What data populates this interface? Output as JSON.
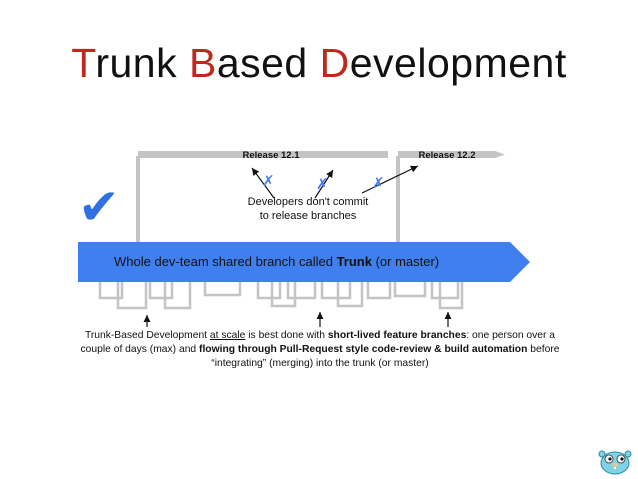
{
  "title": {
    "part1_initial": "T",
    "part1_rest": "runk ",
    "part2_initial": "B",
    "part2_rest": "ased ",
    "part3_initial": "D",
    "part3_rest": "evelopment"
  },
  "releases": [
    {
      "label": "Release 12.1"
    },
    {
      "label": "Release 12.2"
    }
  ],
  "dev_note": {
    "line1": "Developers don't commit",
    "line2": "to release branches"
  },
  "trunk": {
    "prefix": "Whole dev-team shared branch called ",
    "bold": "Trunk",
    "suffix": " (or master)"
  },
  "caption": {
    "t1": "Trunk-Based Development ",
    "t2_underline": "at scale",
    "t3": " is best done with ",
    "t4_bold": "short-lived feature branches",
    "t5": ": one person over a couple of days (max) and ",
    "t6_bold": "flowing through Pull-Request style code-review & build automation",
    "t7": " before “integrating” (merging) into the trunk (or master)"
  },
  "symbols": {
    "check": "✔",
    "cross": "✗"
  },
  "colors": {
    "accent_red": "#c0281c",
    "trunk_blue": "#3f7ff0",
    "branch_gray": "#c4c4c4",
    "check_blue": "#2f6fe0",
    "cross_blue": "#3f7ff0"
  },
  "icons": [
    "checkmark-icon",
    "cross-icon",
    "gopher-mascot-icon"
  ]
}
